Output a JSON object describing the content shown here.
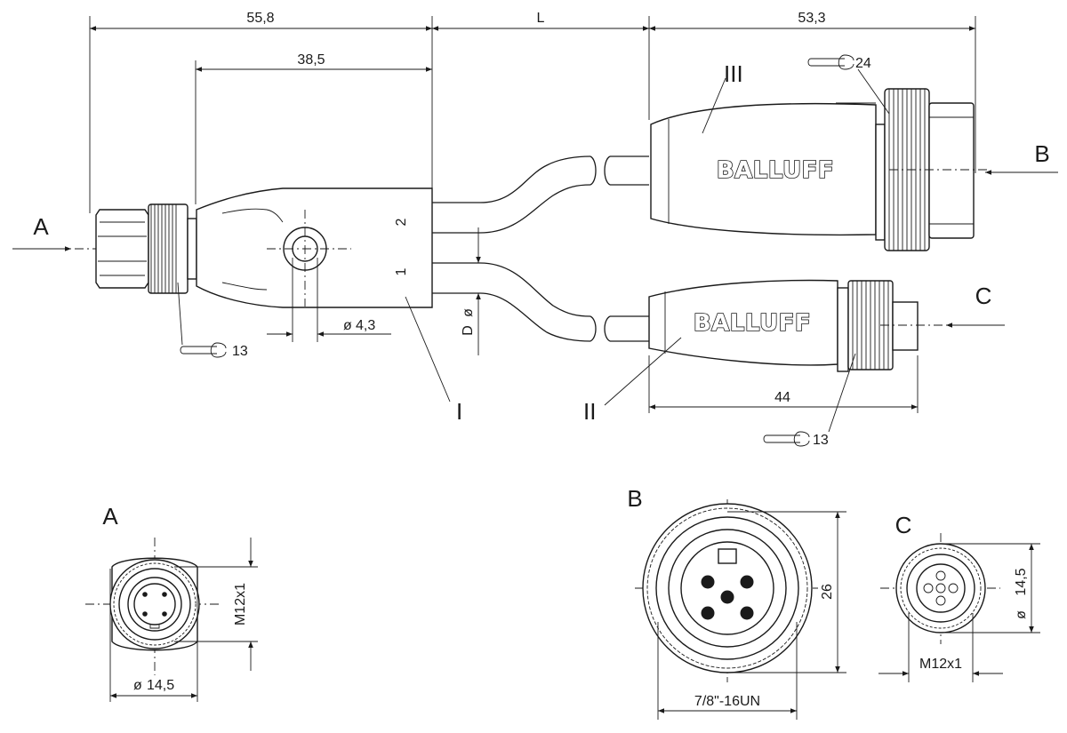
{
  "dimensions": {
    "overall_left": "55,8",
    "body_length": "38,5",
    "cable_length": "L",
    "right_length": "53,3",
    "branch_length": "44",
    "mount_hole": "4,3",
    "cable_diameter": "D",
    "view_a_thread": "M12x1",
    "view_a_diameter": "14,5",
    "view_b_thread": "7/8\"-16UN",
    "view_b_diameter": "26",
    "view_c_thread": "M12x1",
    "view_c_diameter": "14,5"
  },
  "wrench_sizes": {
    "left": "13",
    "top_right": "24",
    "bottom_right": "13"
  },
  "connectors": {
    "a": "A",
    "b": "B",
    "c": "C"
  },
  "parts": {
    "splitter": "I",
    "branch_c": "II",
    "branch_b": "III"
  },
  "port_numbers": {
    "port_1": "1",
    "port_2": "2"
  },
  "brand_logo": "BALLUFF",
  "views": {
    "a_title": "A",
    "b_title": "B",
    "c_title": "C"
  }
}
